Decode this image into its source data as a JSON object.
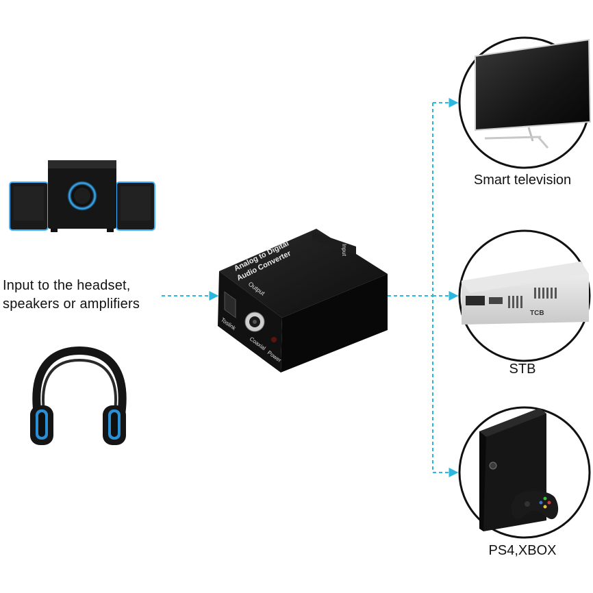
{
  "input_caption": {
    "line1": "Input to the headset,",
    "line2": "speakers or amplifiers"
  },
  "converter": {
    "top_text_line1": "Analog to Digital",
    "top_text_line2": "Audio Converter",
    "output_text": "Output",
    "input_text": "Input",
    "port1": "Toslink",
    "port2": "Coaxial",
    "port3": "Power"
  },
  "sources": [
    {
      "label": "Smart television"
    },
    {
      "label": "STB"
    },
    {
      "label": "PS4,XBOX"
    }
  ],
  "stb_face": {
    "brand": "TCB"
  },
  "colors": {
    "arrow": "#2bb7de",
    "accent_blue": "#2a8fd4",
    "device_black": "#141414",
    "circle_stroke": "#111111"
  },
  "icons": [
    "speaker-system-icon",
    "headphones-icon",
    "converter-box-icon",
    "tv-icon",
    "stb-icon",
    "console-icon"
  ]
}
